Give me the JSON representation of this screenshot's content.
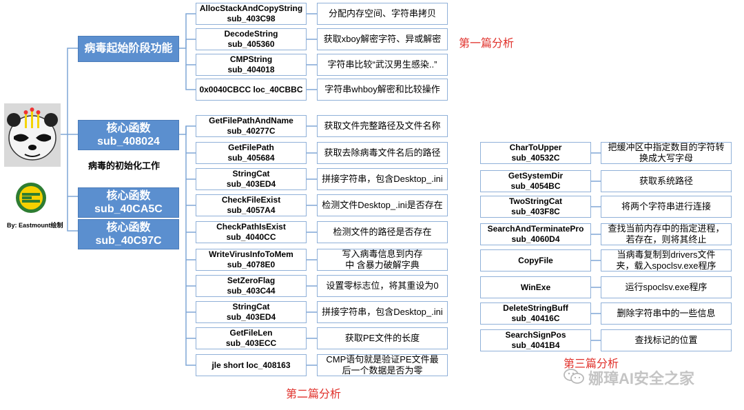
{
  "root": {
    "caption": "病毒的初始化工作",
    "author": "By: Eastmount绘制"
  },
  "groups": {
    "startup": "病毒起始阶段功能",
    "core1_title": "核心函数",
    "core1_sub": "sub_408024",
    "core2_title": "核心函数",
    "core2_sub": "sub_40CA5C",
    "core3_title": "核心函数",
    "core3_sub": "sub_40C97C"
  },
  "part1": {
    "label": "第一篇分析",
    "items": [
      {
        "name": "AllocStackAndCopyString",
        "addr": "sub_403C98",
        "desc": "分配内存空间、字符串拷贝"
      },
      {
        "name": "DecodeString",
        "addr": "sub_405360",
        "desc": "获取xboy解密字符、异或解密"
      },
      {
        "name": "CMPString",
        "addr": "sub_404018",
        "desc": "字符串比较“武汉男生感染..”"
      },
      {
        "name": "0x0040CBCC loc_40CBBC",
        "addr": "",
        "desc": "字符串whboy解密和比较操作"
      }
    ]
  },
  "part2": {
    "label": "第二篇分析",
    "items": [
      {
        "name": "GetFilePathAndName",
        "addr": "sub_40277C",
        "desc": "获取文件完整路径及文件名称"
      },
      {
        "name": "GetFilePath",
        "addr": "sub_405684",
        "desc": "获取去除病毒文件名后的路径"
      },
      {
        "name": "StringCat",
        "addr": "sub_403ED4",
        "desc": "拼接字符串，包含Desktop_.ini"
      },
      {
        "name": "CheckFileExist",
        "addr": "sub_4057A4",
        "desc": "检测文件Desktop_.ini是否存在"
      },
      {
        "name": "CheckPathIsExist",
        "addr": "sub_4040CC",
        "desc": "检测文件的路径是否存在"
      },
      {
        "name": "WriteVirusInfoToMem",
        "addr": "sub_4078E0",
        "desc": "写入病毒信息到内存中 含暴力破解字典"
      },
      {
        "name": "SetZeroFlag",
        "addr": "sub_403C44",
        "desc": "设置零标志位，将其重设为0"
      },
      {
        "name": "StringCat",
        "addr": "sub_403ED4",
        "desc": "拼接字符串，包含Desktop_.ini"
      },
      {
        "name": "GetFileLen",
        "addr": "sub_403ECC",
        "desc": "获取PE文件的长度"
      },
      {
        "name": "jle short loc_408163",
        "addr": "",
        "desc": "CMP语句就是验证PE文件最后一个数据是否为零"
      }
    ]
  },
  "part3": {
    "label": "第三篇分析",
    "items": [
      {
        "name": "CharToUpper",
        "addr": "sub_40532C",
        "desc": "把缓冲区中指定数目的字符转换成大写字母"
      },
      {
        "name": "GetSystemDir",
        "addr": "sub_4054BC",
        "desc": "获取系统路径"
      },
      {
        "name": "TwoStringCat",
        "addr": "sub_403F8C",
        "desc": "将两个字符串进行连接"
      },
      {
        "name": "SearchAndTerminatePro",
        "addr": "sub_4060D4",
        "desc": "查找当前内存中的指定进程，若存在，则将其终止"
      },
      {
        "name": "CopyFile",
        "addr": "",
        "desc": "当病毒复制到drivers文件夹，载入spoclsv.exe程序"
      },
      {
        "name": "WinExe",
        "addr": "",
        "desc": "运行spoclsv.exe程序"
      },
      {
        "name": "DeleteStringBuff",
        "addr": "sub_40416C",
        "desc": "删除字符串中的一些信息"
      },
      {
        "name": "SearchSignPos",
        "addr": "sub_4041B4",
        "desc": "查找标记的位置"
      }
    ]
  },
  "watermark": "娜璋AI安全之家",
  "colors": {
    "node_blue": "#5b8fcf",
    "box_border": "#8fb0d8",
    "label_red": "#e0302a"
  }
}
